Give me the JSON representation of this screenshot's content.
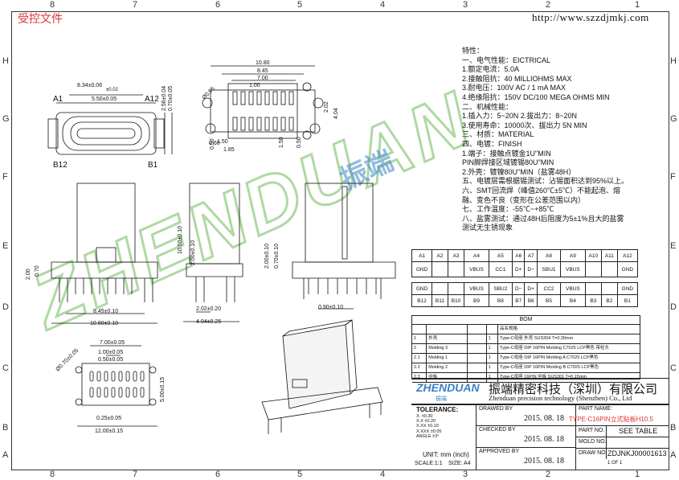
{
  "stamp": "受控文件",
  "website": "http://www.szzdjmkj.com",
  "edge_numbers": {
    "top": [
      "8",
      "7",
      "6",
      "5",
      "4",
      "3",
      "2",
      "1"
    ],
    "bottom": [
      "8",
      "7",
      "6",
      "5",
      "4",
      "3",
      "2",
      "1"
    ],
    "left": [
      "H",
      "G",
      "F",
      "E",
      "D",
      "C",
      "B",
      "A"
    ],
    "right": [
      "H",
      "G",
      "F",
      "E",
      "D",
      "C",
      "B",
      "A"
    ]
  },
  "watermark": "ZHENDUAN",
  "watermark_cn": "振端",
  "specs": [
    "特性：",
    "一、电气性能：EICTRICAL",
    "   1.额定电流：5.0A",
    "   2.接触阻抗：40 MILLIOHMS MAX",
    "   3.耐电压：100V AC / 1 mA MAX",
    "   4.绝缘阻抗：150V DC/100 MEGA OHMS MIN",
    "二、机械性能：",
    "   1.插入力：5~20N  2.拔出力：8~20N",
    "   3.使用寿命：10000次、拔出力 5N MIN",
    "三、材质：MATERIAL",
    "四、电镀：FINISH",
    "   1.端子：接触点镀金1U\"MIN",
    "        PIN脚焊接区域镀锡80U\"MIN",
    "   2.外壳：镀镍80U\"MIN（盐雾48H）",
    "五、电镀层需根据锡测试：沾锡面积达到95%以上。",
    "六、SMT回流焊（峰值260℃±5℃）不能起泡、熔",
    "    融、变色不良（变形在公差范围以内）",
    "七、工作温度：-55℃~+85℃",
    "八、盐雾测试：通过48H后阻度为5±1%且大的盐雾",
    "    测试无生锈现象"
  ],
  "pin_table": {
    "row1": [
      "A1",
      "A2",
      "A3",
      "A4",
      "A5",
      "A6",
      "A7",
      "A8",
      "A9",
      "A10",
      "A11",
      "A12"
    ],
    "row2": [
      "GND",
      "",
      "",
      "VBUS",
      "CC1",
      "D+",
      "D−",
      "SBU1",
      "VBUS",
      "",
      "",
      "GND"
    ],
    "row3": [
      "GND",
      "",
      "",
      "VBUS",
      "SBU2",
      "D−",
      "D+",
      "CC2",
      "VBUS",
      "",
      "",
      "GND"
    ],
    "row4": [
      "B12",
      "B11",
      "B10",
      "B9",
      "B8",
      "B7",
      "B6",
      "B5",
      "B4",
      "B3",
      "B2",
      "B1"
    ]
  },
  "bom": {
    "title": "BOM",
    "header": [
      "",
      "",
      "",
      "",
      "品名规格"
    ],
    "rows": [
      [
        "1",
        "外壳",
        "",
        "1",
        "Type-C母座 外壳 SUS304 T=0.30mm"
      ],
      [
        "2",
        "Molding 3",
        "",
        "1",
        "Type-C母座 DIP 16PIN Molding C7025 LCP黑色 带柱头"
      ],
      [
        "2.1",
        "Molding 1",
        "",
        "1",
        "Type-C母座 DIP 16PIN Molding A C7025 LCP黑色"
      ],
      [
        "2.2",
        "Molding 2",
        "",
        "1",
        "Type-C母座 DIP 16PIN Molding B C7025 LCP黑色"
      ],
      [
        "2.3",
        "中板",
        "",
        "1",
        "Type-C母座 16PIN 中板 SUS301 T=0.15mm"
      ]
    ]
  },
  "company": {
    "logo": "ZHENDUAN",
    "logo_sub": "振端",
    "name_cn": "振端精密科技（深圳）有限公司",
    "name_en": "Zhenduan precision technology (Shenzhen) Co., Ltd"
  },
  "title_block": {
    "tolerance_label": "TOLERANCE:",
    "tolerances": [
      "X. ±0.30",
      "X.X ±0.20",
      "X.XX ±0.10",
      "X.XXX ±0.05",
      "ANGLE ±3°"
    ],
    "unit": "UNIT: mm (inch)",
    "scale": "SCALE:1:1",
    "size": "SIZE: A4",
    "drawn_by": "DRAWED BY",
    "checked_by": "CHECKED BY",
    "approved_by": "APPROVED BY",
    "date1": "2015. 08. 18",
    "date2": "2015. 08. 18",
    "date3": "2015. 08. 18",
    "part_name_label": "PART NAME:",
    "part_name": "TYPE-C16PIN立式贴板H10.5",
    "part_no_label": "PART NO.",
    "part_no": "SEE TABLE",
    "mold_no_label": "MOLD NO.",
    "mold_no": "",
    "draw_no_label": "DRAW NO.",
    "draw_no": "ZDJNKJ00001613",
    "sheet": "1 OF 1"
  },
  "dimensions": {
    "top_view": [
      "8.34±0.06",
      "±0.02",
      "5.50±0.05",
      "0.70±0.05",
      "2.56±0.04",
      "A1",
      "A12",
      "B12",
      "B1"
    ],
    "footprint": [
      "10.80",
      "8.45",
      "7.00",
      "1.00",
      "0.50",
      "1.50",
      "0.60",
      "1.85",
      "1.50",
      "0.50",
      "2.02",
      "4.04",
      "Ø0.95"
    ],
    "front_view": [
      "2.00",
      "0.70",
      "8.45±0.10",
      "10.80±0.10"
    ],
    "side_view": [
      "10.50±0.10",
      "2.00±0.10",
      "2.02±0.20",
      "4.04±0.25"
    ],
    "rear_view": [
      "2.00±0.10",
      "0.70±0.10",
      "0.90±0.10"
    ],
    "pcb_layout": [
      "7.00±0.05",
      "1.00±0.05",
      "0.50±0.05",
      "Ø0.70±0.05",
      "5.00±0.15",
      "0.25±0.05",
      "12.00±0.15"
    ]
  }
}
